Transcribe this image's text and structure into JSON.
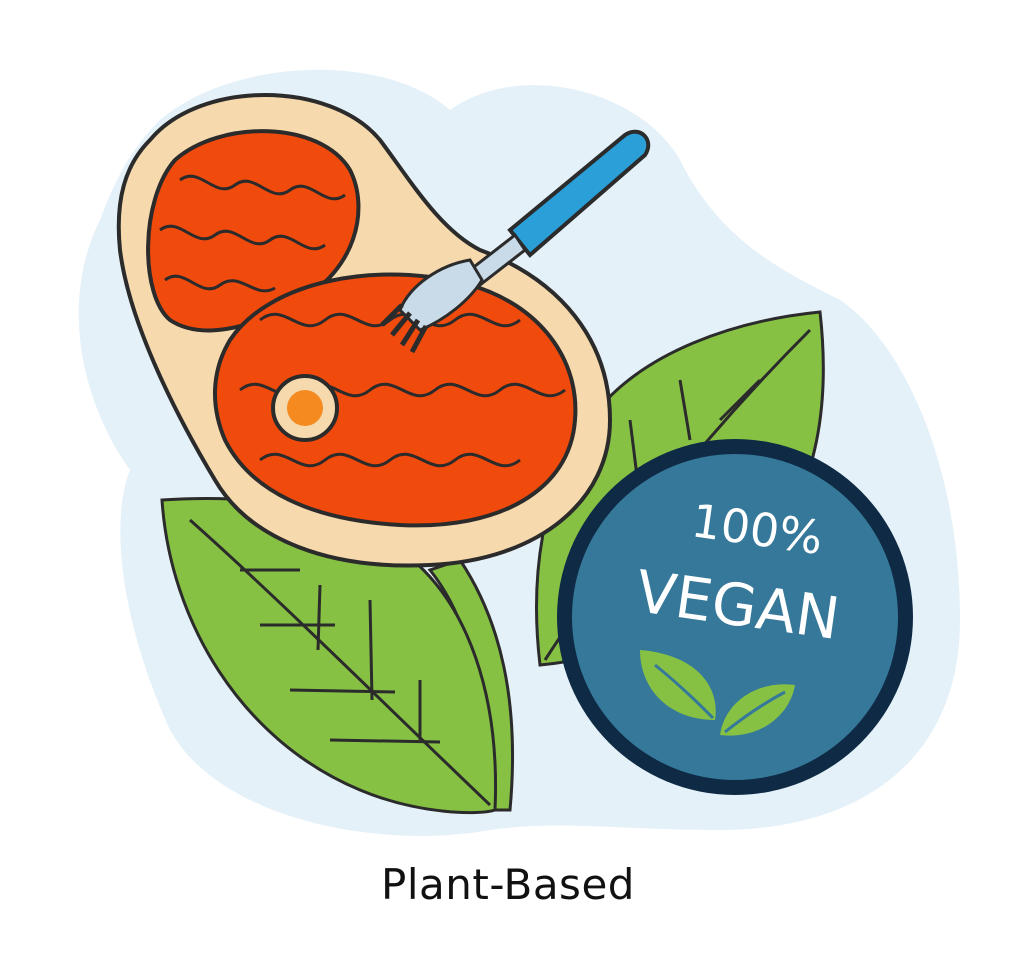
{
  "caption": "Plant-Based",
  "badge": {
    "line1": "100%",
    "line2": "VEGAN"
  },
  "icons": [
    "steak-icon",
    "fork-icon",
    "leaf-icon",
    "vegan-badge-icon"
  ],
  "colors": {
    "sticker_outline": "#e4f1f8",
    "steak_fat": "#f6d9ad",
    "steak_meat": "#f14a0d",
    "marrow": "#f48a20",
    "leaf": "#86c144",
    "badge_fill": "#35789a",
    "badge_ring": "#0f2a45",
    "fork_handle": "#2b9fd8",
    "fork_head": "#c9dbe8",
    "stroke": "#2b2b2b"
  }
}
